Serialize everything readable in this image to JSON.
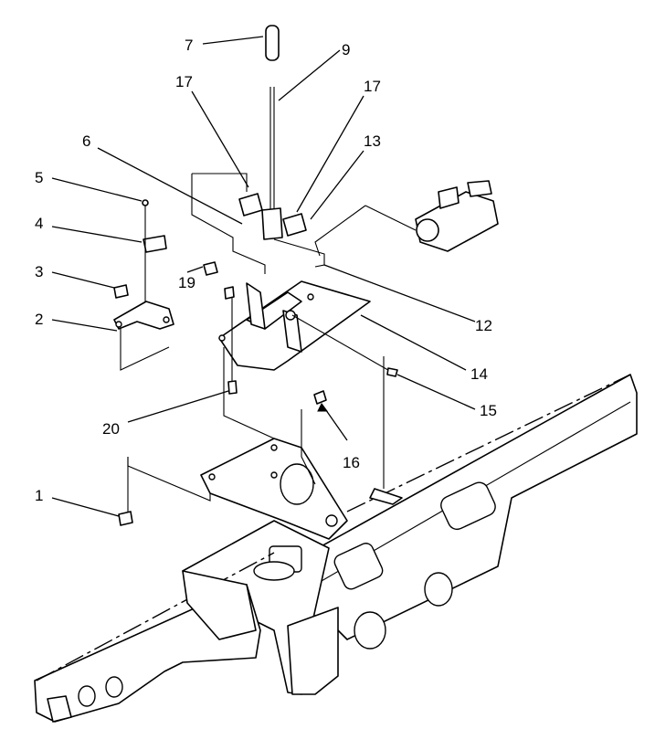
{
  "diagram": {
    "callouts": [
      {
        "id": "7",
        "text": "7"
      },
      {
        "id": "9",
        "text": "9"
      },
      {
        "id": "17a",
        "text": "17"
      },
      {
        "id": "17b",
        "text": "17"
      },
      {
        "id": "13",
        "text": "13"
      },
      {
        "id": "6",
        "text": "6"
      },
      {
        "id": "5",
        "text": "5"
      },
      {
        "id": "4",
        "text": "4"
      },
      {
        "id": "3",
        "text": "3"
      },
      {
        "id": "19",
        "text": "19"
      },
      {
        "id": "2",
        "text": "2"
      },
      {
        "id": "12",
        "text": "12"
      },
      {
        "id": "14",
        "text": "14"
      },
      {
        "id": "15",
        "text": "15"
      },
      {
        "id": "20",
        "text": "20"
      },
      {
        "id": "16",
        "text": "16"
      },
      {
        "id": "1",
        "text": "1"
      }
    ]
  }
}
